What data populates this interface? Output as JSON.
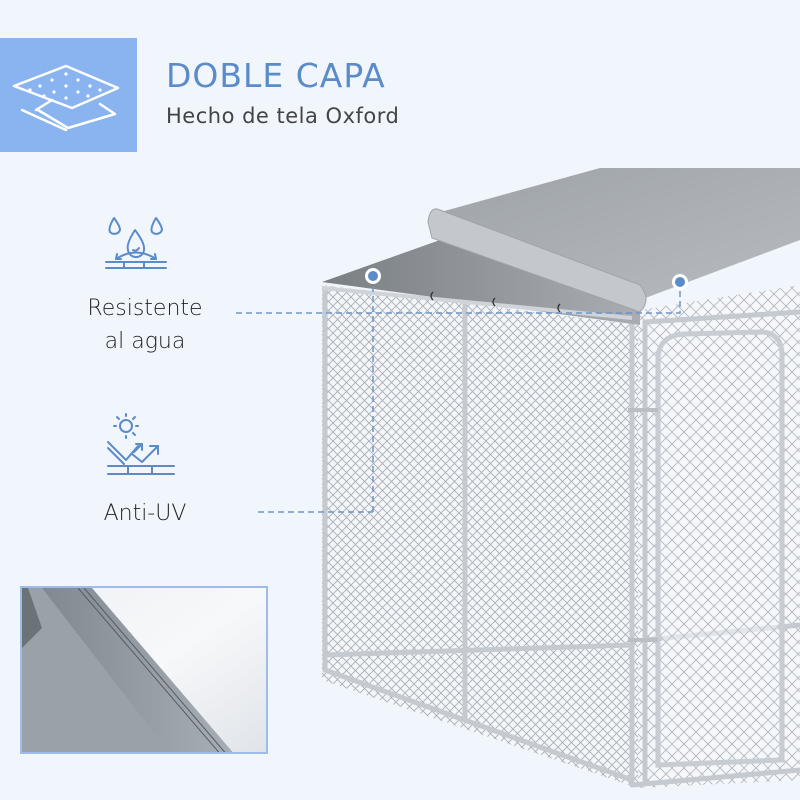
{
  "header": {
    "title": "DOBLE CAPA",
    "subtitle": "Hecho de tela Oxford",
    "badge_icon": "double-layer-fabric-icon"
  },
  "features": [
    {
      "icon": "water-resistant-icon",
      "label_line1": "Resistente",
      "label_line2": "al agua"
    },
    {
      "icon": "anti-uv-icon",
      "label_line1": "Anti-UV"
    }
  ],
  "images": {
    "detail_inset": "fabric-seam-closeup",
    "product": "dog-kennel-with-roof-cover"
  },
  "colors": {
    "accent": "#5b8bc9",
    "badge": "#8ab4ef",
    "background": "#f1f6fd",
    "callout_line": "#6e95c6"
  }
}
